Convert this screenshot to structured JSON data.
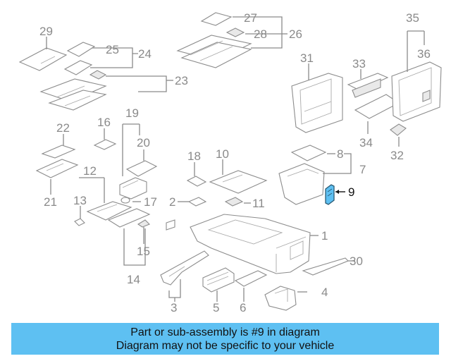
{
  "diagram": {
    "highlighted_part": "9",
    "highlight_color": "#5ec0f2",
    "callouts": [
      "1",
      "2",
      "3",
      "4",
      "5",
      "6",
      "7",
      "8",
      "9",
      "10",
      "11",
      "12",
      "13",
      "14",
      "15",
      "16",
      "17",
      "18",
      "19",
      "20",
      "21",
      "22",
      "23",
      "24",
      "25",
      "26",
      "27",
      "28",
      "29",
      "30",
      "31",
      "32",
      "33",
      "34",
      "35",
      "36"
    ]
  },
  "banner": {
    "line1": "Part or sub-assembly is #9 in diagram",
    "line2": "Diagram may not be specific to your vehicle",
    "background": "#5ec0f2"
  }
}
